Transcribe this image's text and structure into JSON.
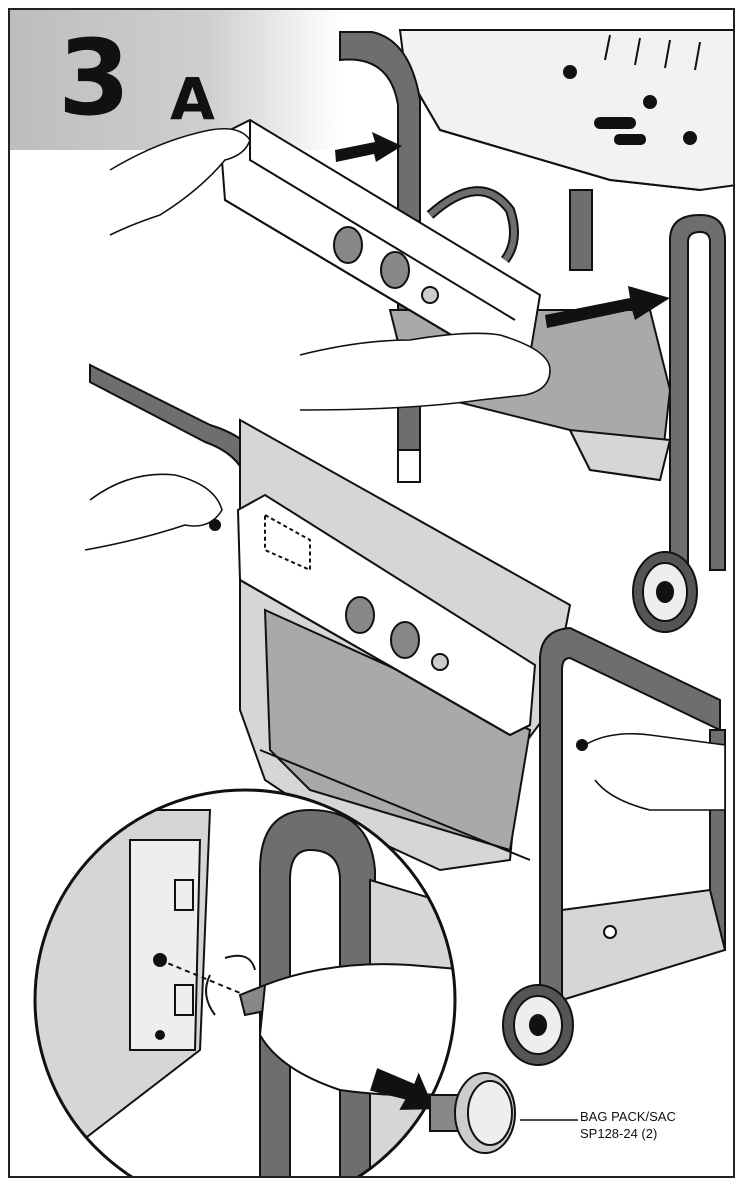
{
  "step": {
    "number": "3",
    "letter": "A"
  },
  "callout": {
    "line1": "BAG PACK/SAC",
    "line2": "SP128-24 (2)"
  },
  "colors": {
    "frame_gray": "#6e6e6e",
    "panel_gray": "#a9a9a9",
    "light_gray": "#d6d6d6",
    "ink": "#111111",
    "banner": "#c4c4c4"
  }
}
